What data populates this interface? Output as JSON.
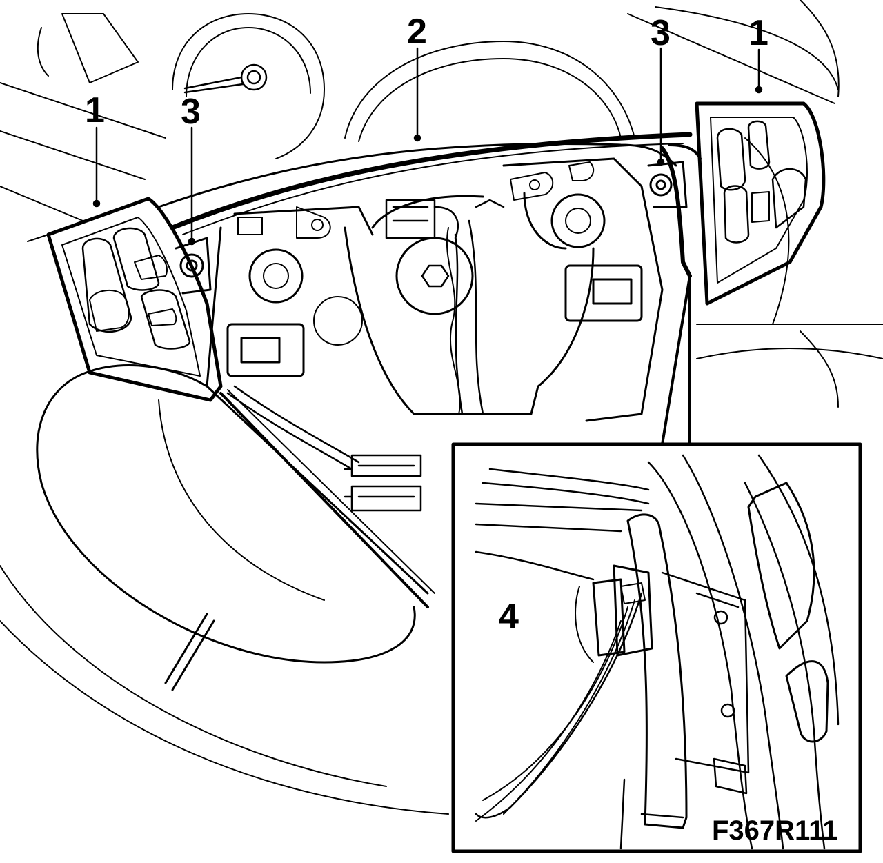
{
  "figure": {
    "code": "F367R111",
    "callouts": {
      "c1_left": "1",
      "c1_right": "1",
      "c2": "2",
      "c3_left": "3",
      "c3_right": "3",
      "c4": "4"
    }
  },
  "colors": {
    "ink": "#000000",
    "paper": "#ffffff"
  }
}
